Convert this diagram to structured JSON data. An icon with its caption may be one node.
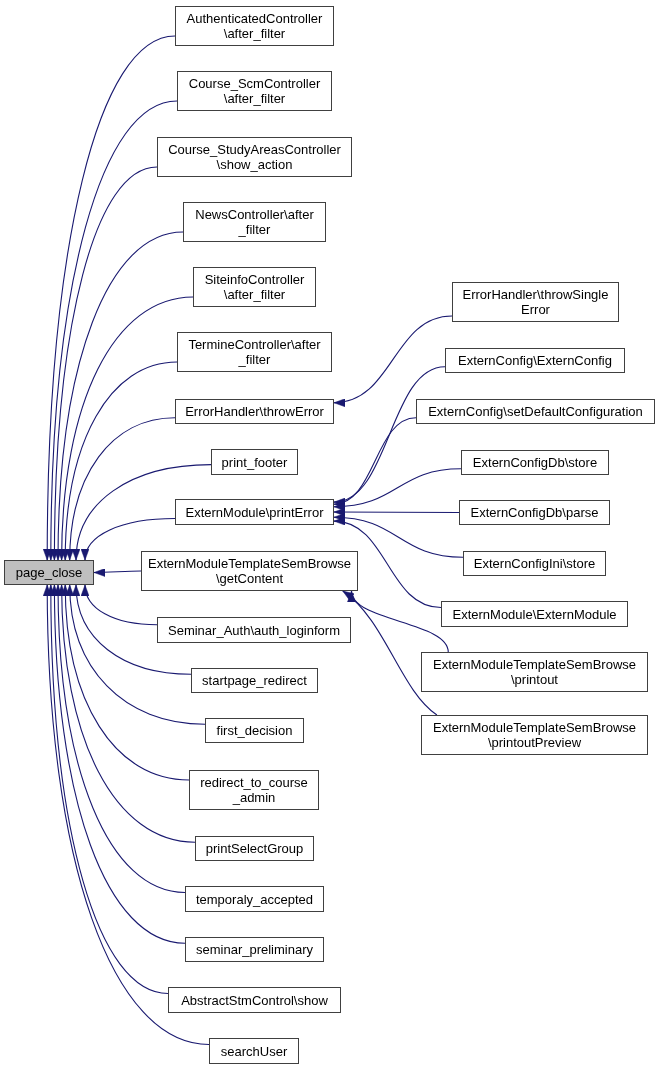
{
  "diagram": {
    "nodes": [
      {
        "text": [
          "page_close"
        ]
      },
      {
        "text": [
          "AuthenticatedController \\after_filter"
        ]
      },
      {
        "text": [
          "Course_ScmController \\after_filter"
        ]
      },
      {
        "text": [
          "Course_StudyAreasController \\show_action"
        ]
      },
      {
        "text": [
          "NewsController\\after _filter"
        ]
      },
      {
        "text": [
          "SiteinfoController \\after_filter"
        ]
      },
      {
        "text": [
          "TermineController\\after _filter"
        ]
      },
      {
        "text": [
          "ErrorHandler\\throwError"
        ]
      },
      {
        "text": [
          "print_footer"
        ]
      },
      {
        "text": [
          "ExternModule\\printError"
        ]
      },
      {
        "text": [
          "ExternModuleTemplateSemBrowse \\getContent"
        ]
      },
      {
        "text": [
          "Seminar_Auth\\auth_loginform"
        ]
      },
      {
        "text": [
          "startpage_redirect"
        ]
      },
      {
        "text": [
          "first_decision"
        ]
      },
      {
        "text": [
          "redirect_to_course _admin"
        ]
      },
      {
        "text": [
          "printSelectGroup"
        ]
      },
      {
        "text": [
          "temporaly_accepted"
        ]
      },
      {
        "text": [
          "seminar_preliminary"
        ]
      },
      {
        "text": [
          "AbstractStmControl\\show"
        ]
      },
      {
        "text": [
          "searchUser"
        ]
      },
      {
        "text": [
          "ErrorHandler\\throwSingle Error"
        ]
      },
      {
        "text": [
          "ExternConfig\\ExternConfig"
        ]
      },
      {
        "text": [
          "ExternConfig\\setDefaultConfiguration"
        ]
      },
      {
        "text": [
          "ExternConfigDb\\store"
        ]
      },
      {
        "text": [
          "ExternConfigDb\\parse"
        ]
      },
      {
        "text": [
          "ExternConfigIni\\store"
        ]
      },
      {
        "text": [
          "ExternModule\\ExternModule"
        ]
      },
      {
        "text": [
          "ExternModuleTemplateSemBrowse \\printout"
        ]
      },
      {
        "text": [
          "ExternModuleTemplateSemBrowse \\printoutPreview"
        ]
      }
    ],
    "edges": [
      {
        "from": 1,
        "to": 0,
        "arrow": "to"
      },
      {
        "from": 2,
        "to": 0,
        "arrow": "to"
      },
      {
        "from": 3,
        "to": 0,
        "arrow": "to"
      },
      {
        "from": 4,
        "to": 0,
        "arrow": "to"
      },
      {
        "from": 5,
        "to": 0,
        "arrow": "to"
      },
      {
        "from": 6,
        "to": 0,
        "arrow": "to"
      },
      {
        "from": 7,
        "to": 0,
        "arrow": "to"
      },
      {
        "from": 8,
        "to": 0,
        "arrow": "to"
      },
      {
        "from": 9,
        "to": 0,
        "arrow": "to"
      },
      {
        "from": 10,
        "to": 0,
        "arrow": "to"
      },
      {
        "from": 11,
        "to": 0,
        "arrow": "to"
      },
      {
        "from": 12,
        "to": 0,
        "arrow": "to"
      },
      {
        "from": 13,
        "to": 0,
        "arrow": "to"
      },
      {
        "from": 14,
        "to": 0,
        "arrow": "to"
      },
      {
        "from": 15,
        "to": 0,
        "arrow": "to"
      },
      {
        "from": 16,
        "to": 0,
        "arrow": "to"
      },
      {
        "from": 17,
        "to": 0,
        "arrow": "to"
      },
      {
        "from": 18,
        "to": 0,
        "arrow": "to"
      },
      {
        "from": 19,
        "to": 0,
        "arrow": "to"
      },
      {
        "from": 20,
        "to": 7,
        "arrow": "to"
      },
      {
        "from": 21,
        "to": 9,
        "arrow": "to"
      },
      {
        "from": 22,
        "to": 9,
        "arrow": "to"
      },
      {
        "from": 23,
        "to": 9,
        "arrow": "to"
      },
      {
        "from": 24,
        "to": 9,
        "arrow": "to"
      },
      {
        "from": 25,
        "to": 9,
        "arrow": "to"
      },
      {
        "from": 26,
        "to": 9,
        "arrow": "to"
      },
      {
        "from": 27,
        "to": 10,
        "arrow": "to"
      },
      {
        "from": 28,
        "to": 10,
        "arrow": "to"
      }
    ]
  }
}
